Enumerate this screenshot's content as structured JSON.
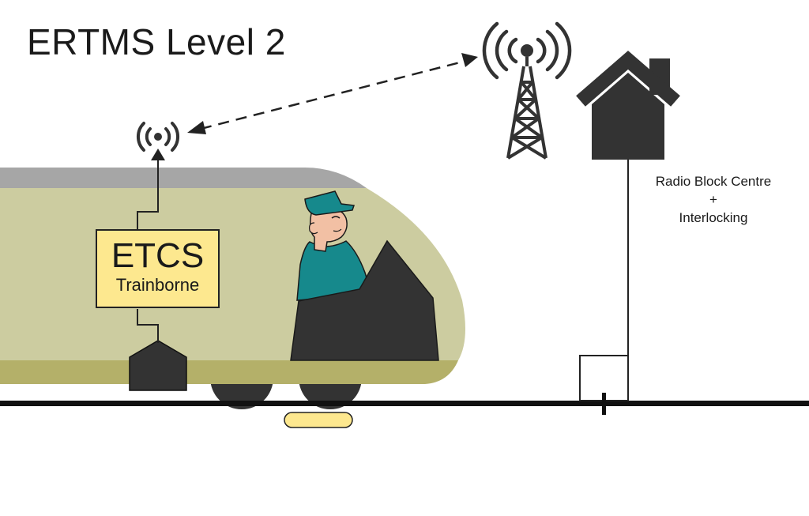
{
  "title": "ERTMS Level 2",
  "etcs": {
    "main": "ETCS",
    "sub": "Trainborne"
  },
  "rbc": {
    "line1": "Radio Block Centre",
    "line2": "+",
    "line3": "Interlocking"
  },
  "colors": {
    "train_body": "#cccca0",
    "train_stripe": "#b4b069",
    "train_roof": "#a6a6a6",
    "etcs_box": "#fde88f",
    "balise": "#fde88f",
    "dark": "#333333",
    "uniform": "#16898c",
    "skin": "#f2c0a4"
  },
  "icons": {
    "train_antenna": "radio-waves-icon",
    "tower": "radio-tower-icon",
    "building": "house-icon",
    "driver": "driver-figure-icon",
    "cab": "driver-console-icon",
    "balise": "balise-icon",
    "axle_counter": "track-signal-box-icon"
  }
}
